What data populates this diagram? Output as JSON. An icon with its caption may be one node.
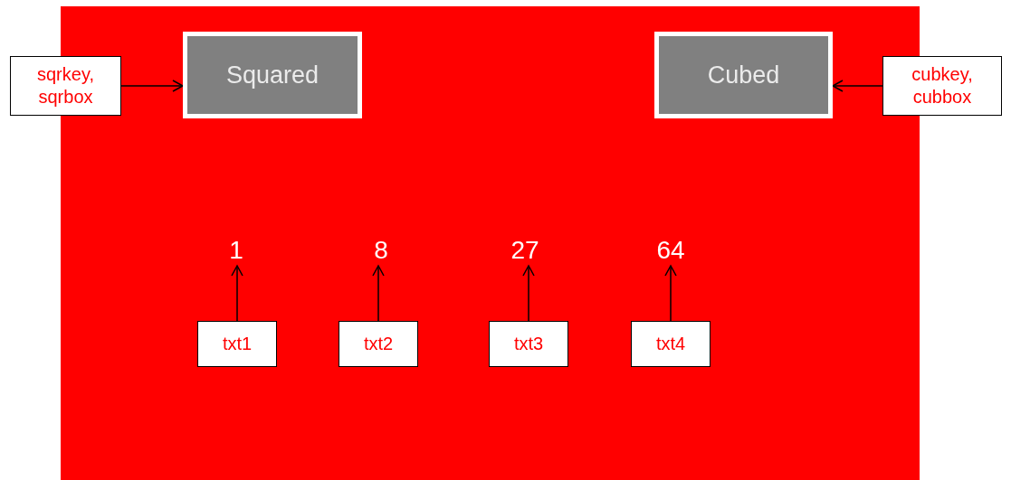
{
  "diagram": {
    "nodes": [
      {
        "text": [
          "sqrkey, sqrbox"
        ]
      },
      {
        "text": [
          "Squared"
        ]
      },
      {
        "text": [
          "Cubed"
        ]
      },
      {
        "text": [
          "cubkey, cubbox"
        ]
      },
      {
        "text": [
          "1"
        ]
      },
      {
        "text": [
          "8"
        ]
      },
      {
        "text": [
          "27"
        ]
      },
      {
        "text": [
          "64"
        ]
      },
      {
        "text": [
          "txt1"
        ]
      },
      {
        "text": [
          "txt2"
        ]
      },
      {
        "text": [
          "txt3"
        ]
      },
      {
        "text": [
          "txt4"
        ]
      }
    ],
    "edges": [
      {
        "from": 0,
        "to": 1,
        "arrow": "to"
      },
      {
        "from": 3,
        "to": 2,
        "arrow": "to"
      },
      {
        "from": 8,
        "to": 4,
        "arrow": "to"
      },
      {
        "from": 9,
        "to": 5,
        "arrow": "to"
      },
      {
        "from": 10,
        "to": 6,
        "arrow": "to"
      },
      {
        "from": 11,
        "to": 7,
        "arrow": "to"
      }
    ]
  }
}
